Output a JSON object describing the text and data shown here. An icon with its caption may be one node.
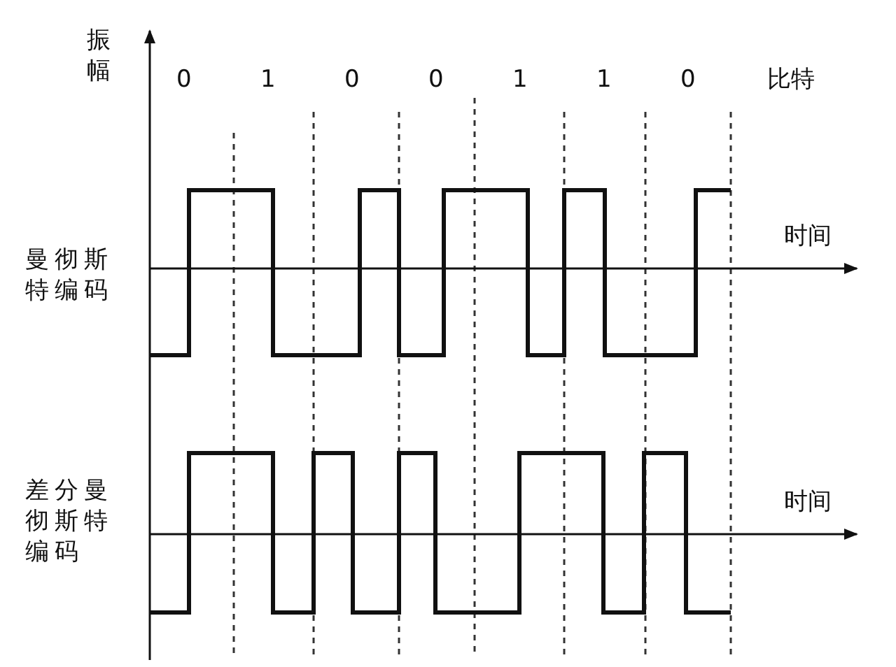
{
  "diagram": {
    "labels": [
      "振幅",
      "0",
      "1",
      "0",
      "0",
      "1",
      "1",
      "0",
      "比特",
      "时间",
      "曼彻斯特编码",
      "时间",
      "差分曼彻斯特编码"
    ]
  }
}
